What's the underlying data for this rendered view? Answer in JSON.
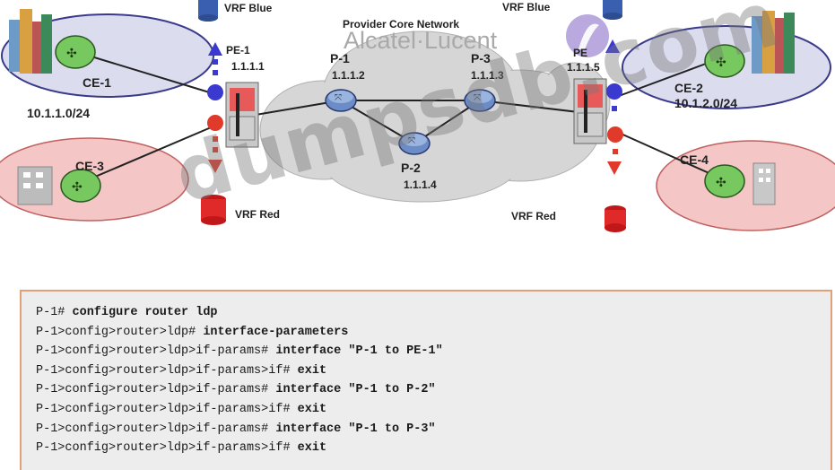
{
  "diagram": {
    "title": "Provider Core Network",
    "brand": "Alcatel·Lucent",
    "vrf_blue_left": "VRF Blue",
    "vrf_blue_right": "VRF Blue",
    "vrf_red_left": "VRF Red",
    "vrf_red_right": "VRF Red",
    "nodes": {
      "pe1": {
        "name": "PE-1",
        "ip": "1.1.1.1"
      },
      "p1": {
        "name": "P-1",
        "ip": "1.1.1.2"
      },
      "p2": {
        "name": "P-2",
        "ip": "1.1.1.4"
      },
      "p3": {
        "name": "P-3",
        "ip": "1.1.1.3"
      },
      "pe2": {
        "name": "PE",
        "ip": "1.1.1.5"
      },
      "ce1": {
        "name": "CE-1",
        "subnet": "10.1.1.0/24"
      },
      "ce2": {
        "name": "CE-2",
        "subnet": "10.1.2.0/24"
      },
      "ce3": {
        "name": "CE-3"
      },
      "ce4": {
        "name": "CE-4"
      }
    },
    "colors": {
      "blue_site": "#dcdcef",
      "red_site": "#f4c6c6",
      "cloud": "#d9d9d9",
      "router": "#8aa7d6",
      "ce_router": "#78c860",
      "blue_dot": "#3a3ad0",
      "red_dot": "#e03a2a"
    }
  },
  "console": {
    "lines": [
      {
        "prompt": "P-1#",
        "cmd": " configure router ldp"
      },
      {
        "prompt": "P-1>config>router>ldp#",
        "cmd": " interface-parameters"
      },
      {
        "prompt": "P-1>config>router>ldp>if-params#",
        "cmd": " interface \"P-1 to PE-1\""
      },
      {
        "prompt": "P-1>config>router>ldp>if-params>if#",
        "cmd": " exit"
      },
      {
        "prompt": "P-1>config>router>ldp>if-params#",
        "cmd": " interface \"P-1 to P-2\""
      },
      {
        "prompt": "P-1>config>router>ldp>if-params>if#",
        "cmd": " exit"
      },
      {
        "prompt": "P-1>config>router>ldp>if-params#",
        "cmd": " interface \"P-1 to P-3\""
      },
      {
        "prompt": "P-1>config>router>ldp>if-params>if#",
        "cmd": " exit"
      }
    ]
  },
  "watermark": "dumpsdb.com"
}
